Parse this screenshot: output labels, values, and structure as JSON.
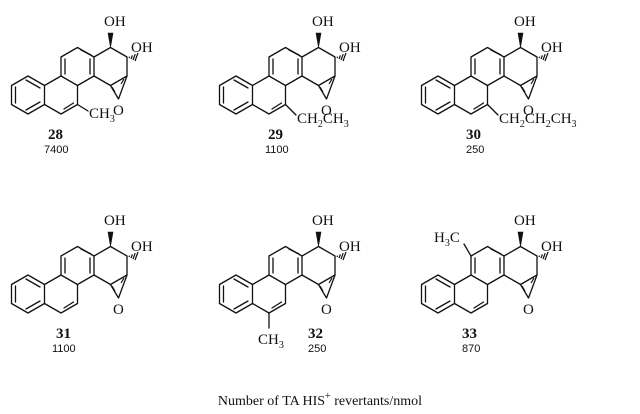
{
  "groups": {
    "oh": "OH",
    "o": "O",
    "ch3_main": "CH",
    "ch3_sub": "3",
    "h3c_h": "H",
    "h3c_sub": "3",
    "h3c_c": "C",
    "ethyl_a": "CH",
    "ethyl_b": "2",
    "ethyl_c": "CH",
    "ethyl_d": "3",
    "propyl_a": "CH",
    "propyl_b": "2",
    "propyl_c": "CH",
    "propyl_d": "2",
    "propyl_e": "CH",
    "propyl_f": "3"
  },
  "compounds": [
    {
      "id": "28",
      "value": "7400"
    },
    {
      "id": "29",
      "value": "1100"
    },
    {
      "id": "30",
      "value": "250"
    },
    {
      "id": "31",
      "value": "1100"
    },
    {
      "id": "32",
      "value": "250"
    },
    {
      "id": "33",
      "value": "870"
    }
  ],
  "caption": {
    "prefix": "Number of TA HIS",
    "sup": "+",
    "suffix": " revertants/nmol"
  }
}
